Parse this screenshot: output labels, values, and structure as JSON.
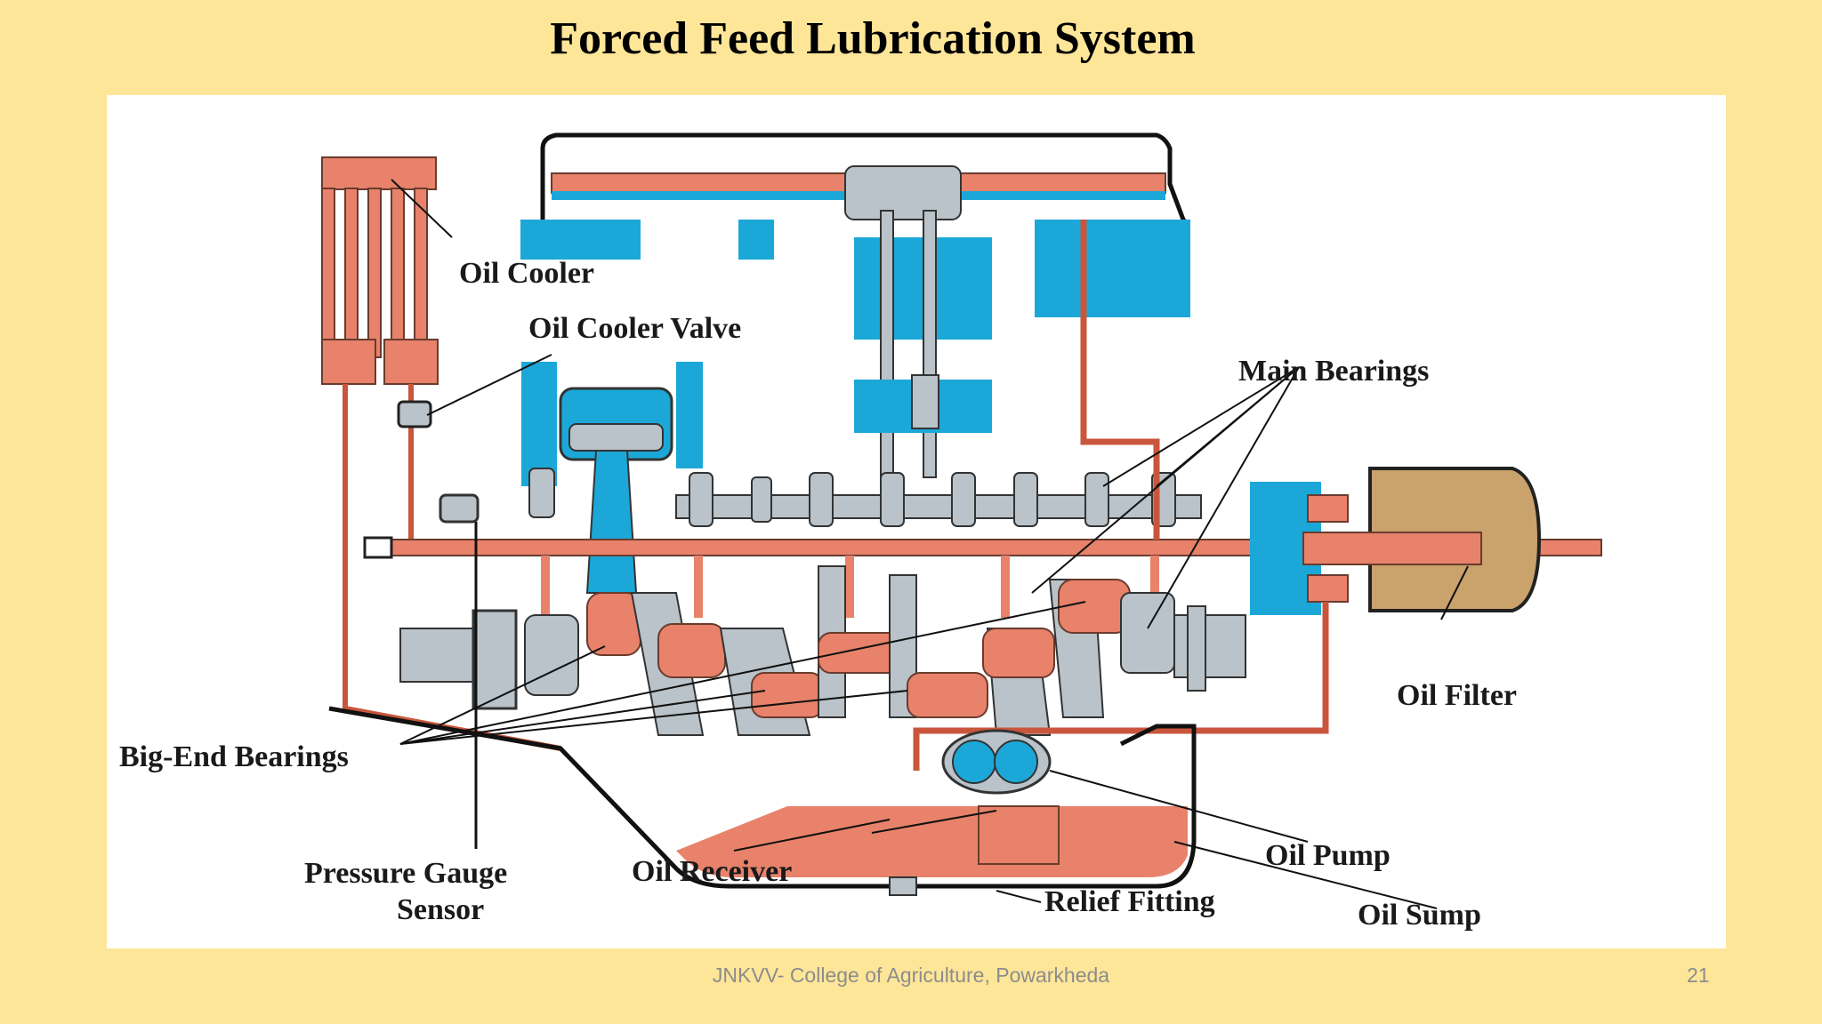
{
  "slide": {
    "title": "Forced Feed Lubrication System",
    "footer": "JNKVV- College of Agriculture, Powarkheda",
    "page_number": "21"
  },
  "diagram": {
    "labels": {
      "oil_cooler": "Oil Cooler",
      "oil_cooler_valve": "Oil Cooler Valve",
      "main_bearings": "Main Bearings",
      "oil_filter": "Oil Filter",
      "big_end_bearings": "Big-End Bearings",
      "pressure_gauge_sensor_line1": "Pressure Gauge",
      "pressure_gauge_sensor_line2": "Sensor",
      "oil_receiver": "Oil Receiver",
      "relief_fitting": "Relief Fitting",
      "oil_pump": "Oil Pump",
      "oil_sump": "Oil Sump"
    },
    "colors": {
      "oil": "#e8826a",
      "oil_dark": "#c9563c",
      "block": "#1ba8d8",
      "metal": "#b9c3c9",
      "filter_element": "#c9a26c"
    }
  }
}
